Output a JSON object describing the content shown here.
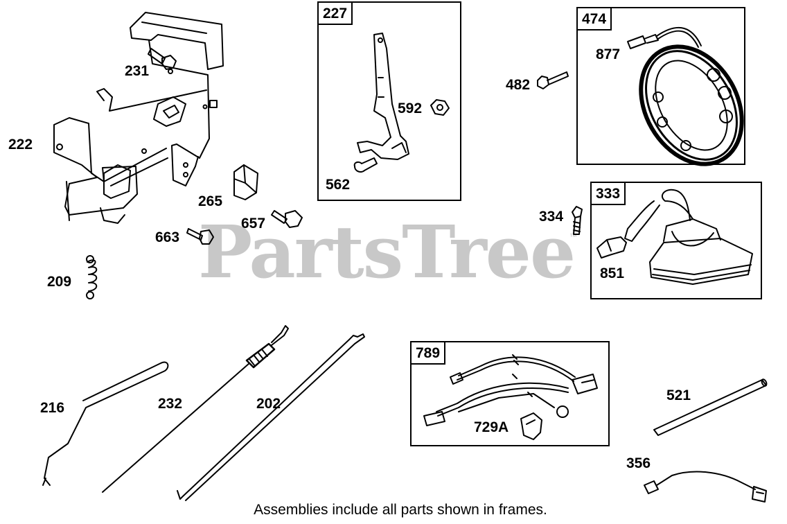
{
  "watermark": "PartsTree",
  "trademark": "™",
  "note": "Assemblies include all parts shown in frames.",
  "frames": {
    "f227": "227",
    "f474": "474",
    "f333": "333",
    "f789": "789"
  },
  "parts": {
    "p231": "231",
    "p222": "222",
    "p265": "265",
    "p657": "657",
    "p663": "663",
    "p209": "209",
    "p592": "592",
    "p562": "562",
    "p482": "482",
    "p877": "877",
    "p334": "334",
    "p851": "851",
    "p216": "216",
    "p232": "232",
    "p202": "202",
    "p729A": "729A",
    "p521": "521",
    "p356": "356"
  }
}
